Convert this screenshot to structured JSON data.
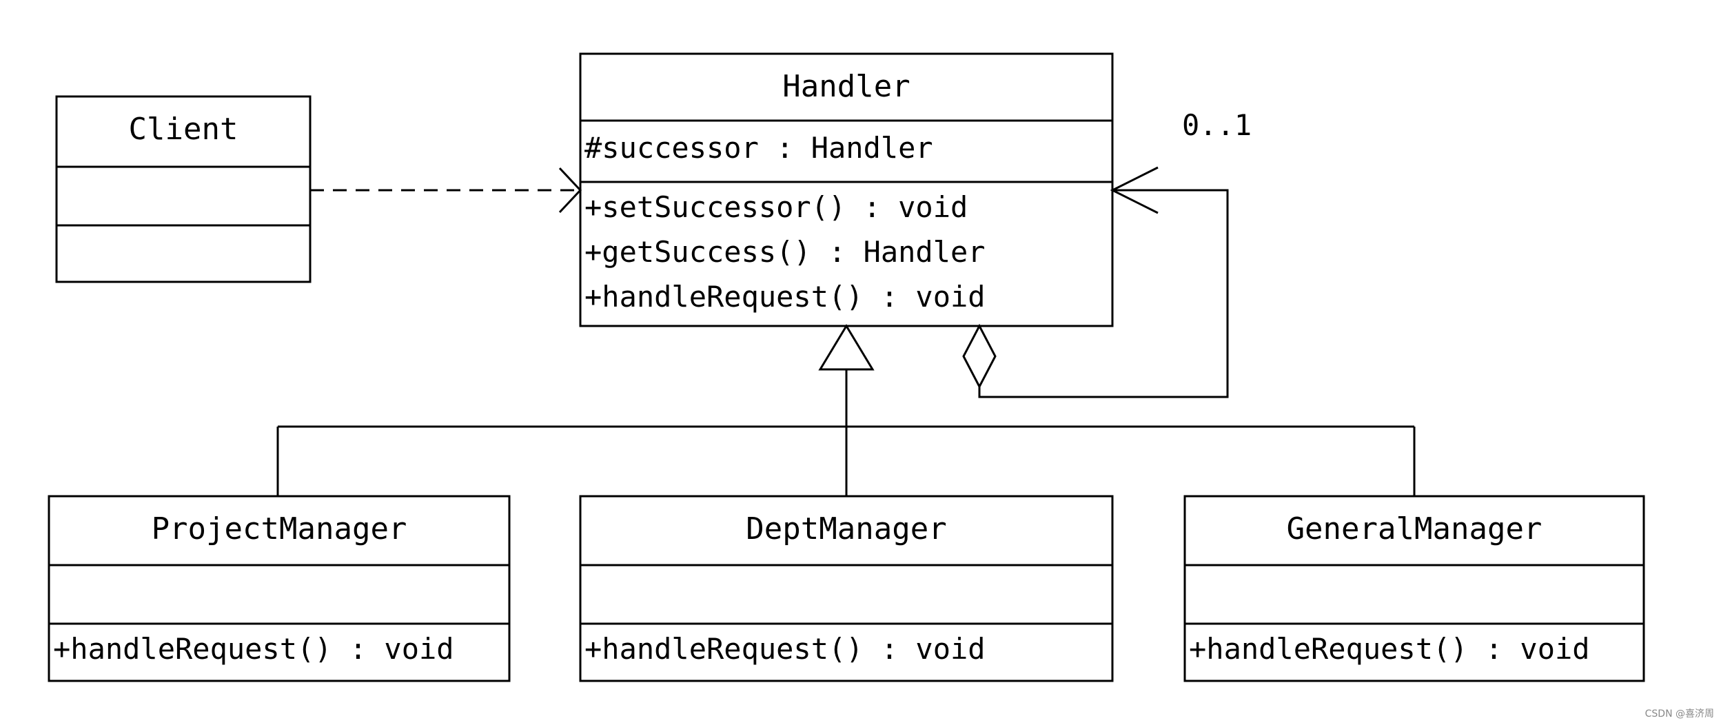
{
  "diagram": {
    "classes": {
      "client": {
        "name": "Client"
      },
      "handler": {
        "name": "Handler",
        "attributes": [
          "#successor : Handler"
        ],
        "operations": [
          "+setSuccessor() : void",
          "+getSuccess() : Handler",
          "+handleRequest() : void"
        ]
      },
      "project_manager": {
        "name": "ProjectManager",
        "operations": [
          "+handleRequest() : void"
        ]
      },
      "dept_manager": {
        "name": "DeptManager",
        "operations": [
          "+handleRequest() : void"
        ]
      },
      "general_manager": {
        "name": "GeneralManager",
        "operations": [
          "+handleRequest() : void"
        ]
      }
    },
    "relationships": {
      "client_to_handler": "dependency",
      "handler_self": "aggregation",
      "inheritance": "generalization"
    },
    "multiplicity": "0..1"
  },
  "watermark": "CSDN @喜济周"
}
